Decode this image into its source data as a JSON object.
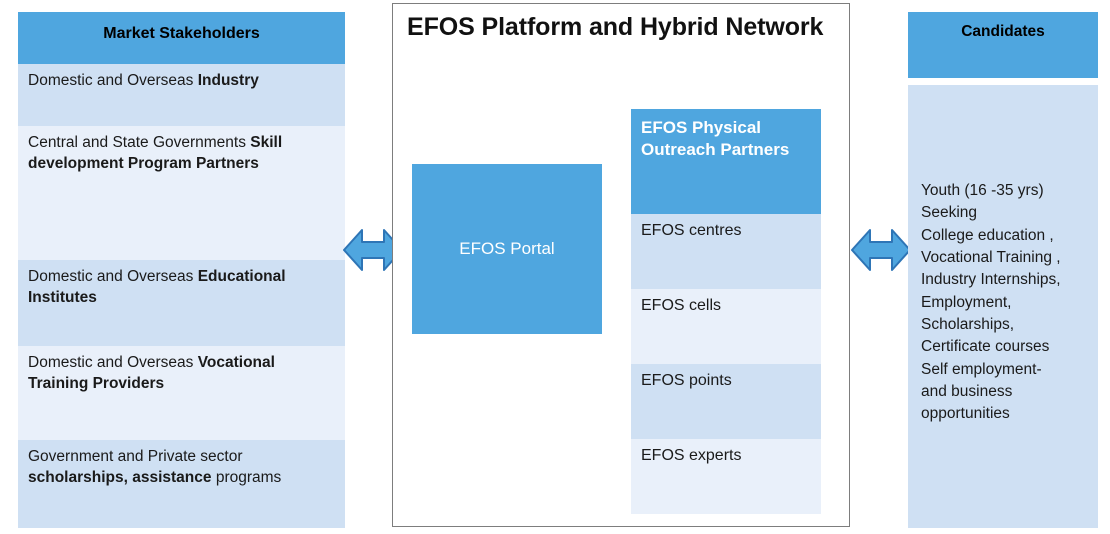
{
  "left_column": {
    "header": "Market Stakeholders",
    "rows": [
      {
        "plain_1": "Domestic and Overseas ",
        "bold_1": "Industry",
        "plain_2": "",
        "bold_2": "",
        "plain_3": ""
      },
      {
        "plain_1": " Central  and State  Governments ",
        "bold_1": "Skill development  Program Partners",
        "plain_2": "",
        "bold_2": "",
        "plain_3": ""
      },
      {
        "plain_1": "Domestic and Overseas ",
        "bold_1": "Educational Institutes",
        "plain_2": "",
        "bold_2": "",
        "plain_3": ""
      },
      {
        "plain_1": "Domestic and Overseas ",
        "bold_1": "Vocational Training Providers",
        "plain_2": "",
        "bold_2": "",
        "plain_3": ""
      },
      {
        "plain_1": "Government and Private sector ",
        "bold_1": "scholarships, assistance",
        "plain_2": " programs",
        "bold_2": "",
        "plain_3": ""
      }
    ]
  },
  "center_panel": {
    "title": "EFOS Platform and Hybrid Network",
    "portal_label": "EFOS Portal",
    "outreach": {
      "header": " EFOS Physical Outreach  Partners",
      "items": [
        "EFOS centres",
        "EFOS cells",
        "EFOS points",
        "EFOS experts"
      ]
    }
  },
  "right_column": {
    "header": "Candidates",
    "body": "Youth  (16 -35 yrs)\nSeeking\nCollege education ,\nVocational Training ,\nIndustry Internships,\nEmployment,\nScholarships,\nCertificate courses\nSelf employment-\nand business\nopportunities"
  },
  "arrows": [
    {
      "name": "double-arrow-left",
      "direction": "bidirectional"
    },
    {
      "name": "double-arrow-right",
      "direction": "bidirectional"
    }
  ],
  "colors": {
    "header_blue": "#4FA6DF",
    "row_shade_a": "#CFE0F3",
    "row_shade_b": "#E9F0FA",
    "arrow_fill": "#4FA6DF",
    "arrow_stroke": "#2E75B6",
    "panel_border": "#7D7D7D",
    "text": "#1A1A1A"
  }
}
